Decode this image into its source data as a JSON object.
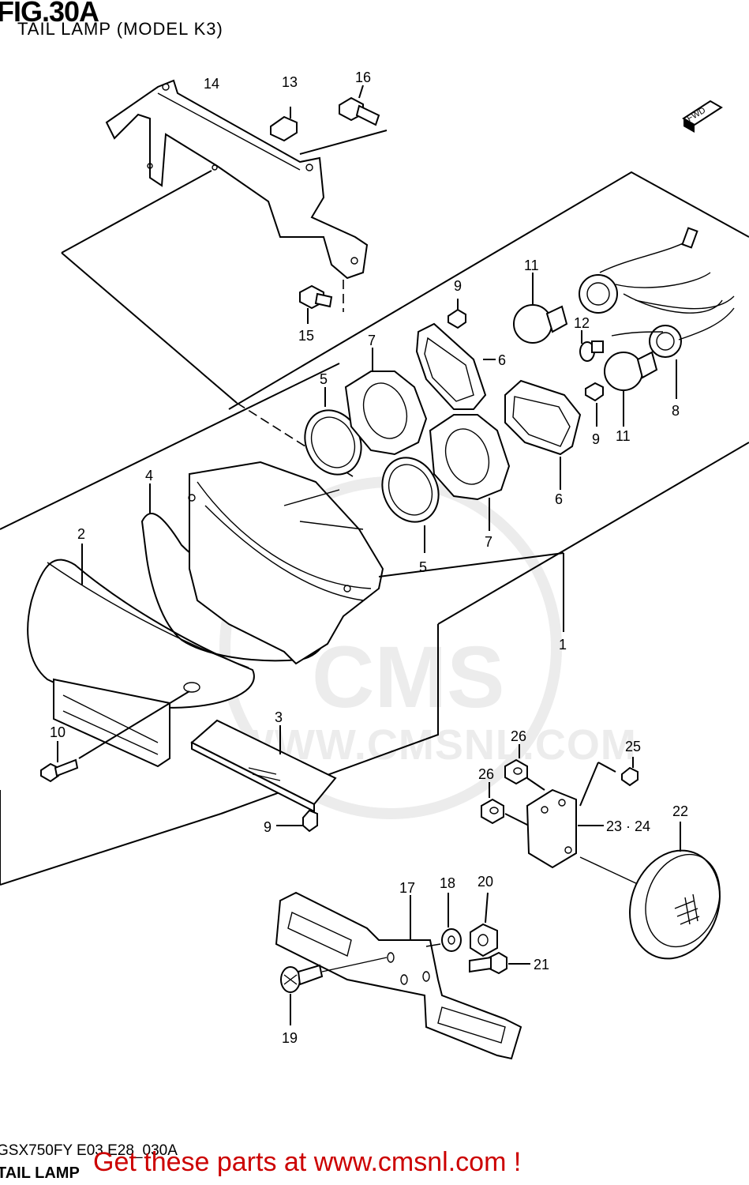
{
  "figure": {
    "title": "FIG.30A",
    "subtitle": "TAIL LAMP (MODEL K3)",
    "code": "GSX750FY E03 E28_030A",
    "name": "TAIL LAMP"
  },
  "watermark": {
    "logo": "CMS",
    "site": "WWW.CMSNL.COM"
  },
  "promo": {
    "text": "Get these parts at www.cmsnl.com !",
    "color": "#cc0000"
  },
  "direction_badge": "FWD",
  "callouts": {
    "c1": "1",
    "c2": "2",
    "c3": "3",
    "c4": "4",
    "c5a": "5",
    "c5b": "5",
    "c6a": "6",
    "c6b": "6",
    "c7a": "7",
    "c7b": "7",
    "c8": "8",
    "c9a": "9",
    "c9b": "9",
    "c9c": "9",
    "c10": "10",
    "c11a": "11",
    "c11b": "11",
    "c12": "12",
    "c13": "13",
    "c14": "14",
    "c15": "15",
    "c16": "16",
    "c17": "17",
    "c18": "18",
    "c19": "19",
    "c20": "20",
    "c21": "21",
    "c22": "22",
    "c23_24": "23 · 24",
    "c25": "25",
    "c26a": "26",
    "c26b": "26"
  }
}
